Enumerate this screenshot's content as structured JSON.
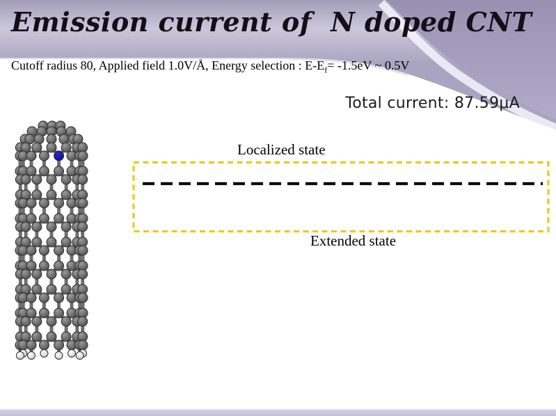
{
  "slide": {
    "title": "Emission current of  N doped CNT",
    "subtitle": {
      "prefix": "Cutoff radius 80, Applied field 1.0V/Å, Energy selection : E-E",
      "subscript": "f",
      "suffix": "= -1.5eV ~ 0.5V"
    },
    "total_current": "Total current: 87.59μA",
    "diagram": {
      "localized_label": "Localized state",
      "extended_label": "Extended state",
      "box_border_color": "#eec917",
      "level_line_color": "#0b0b0b"
    },
    "figure": {
      "description": "Ball-and-stick model of a nitrogen-doped carbon nanotube with hydrogen-terminated bottom edge",
      "carbon_color": "#9a9a9a",
      "carbon_dark": "#4d4d4d",
      "nitrogen_color": "#2a2ad0",
      "nitrogen_dark": "#0f0f8c",
      "hydrogen_color": "#ffffff",
      "hydrogen_dark": "#c6c6c6",
      "bond_color": "#6f6f6f",
      "outline_color": "#2e2e2e"
    },
    "theme": {
      "band_top": "#a29dba",
      "band_light": "#cbc7da",
      "band_bottom": "#a9a4c0",
      "corner_dark": "#958eb0",
      "corner_light": "#b5afcb",
      "footer_top": "#dcd9e8",
      "footer_bottom": "#c1bdd3"
    }
  }
}
